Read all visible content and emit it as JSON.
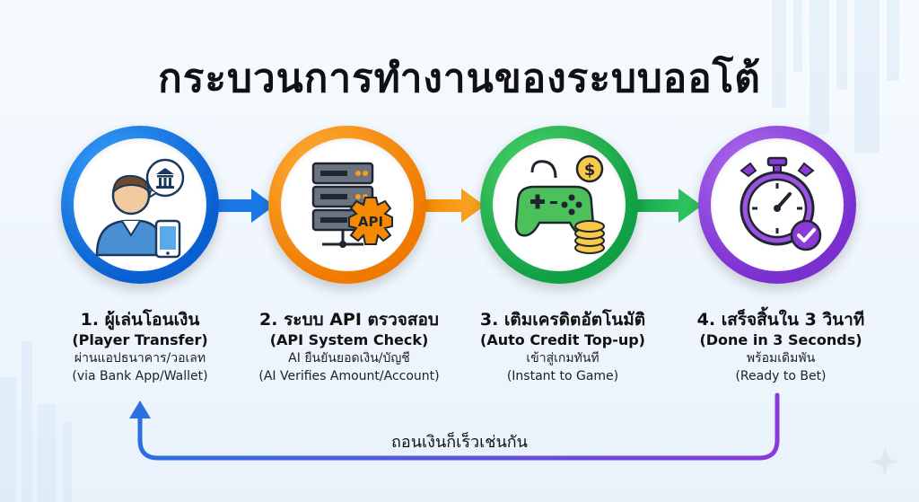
{
  "title": "กระบวนการทำงานของระบบออโต้",
  "steps": [
    {
      "title": "1. ผู้เล่นโอนเงิน",
      "subtitle": "(Player Transfer)",
      "desc": "ผ่านแอปธนาคาร/วอเลท",
      "desc_en": "(via Bank App/Wallet)",
      "color": "#0a6fe0"
    },
    {
      "title": "2. ระบบ API ตรวจสอบ",
      "subtitle": "(API System Check)",
      "desc": "AI ยืนยันยอดเงิน/บัญชี",
      "desc_en": "(AI Verifies Amount/Account)",
      "color": "#f58a00"
    },
    {
      "title": "3. เติมเครดิตอัตโนมัติ",
      "subtitle": "(Auto Credit Top-up)",
      "desc": "เข้าสู่เกมทันที",
      "desc_en": "(Instant to Game)",
      "color": "#16a84a"
    },
    {
      "title": "4. เสร็จสิ้นใน 3 วินาที",
      "subtitle": "(Done in 3 Seconds)",
      "desc": "พร้อมเดิมพัน",
      "desc_en": "(Ready to Bet)",
      "color": "#8a3ad8"
    }
  ],
  "icons": {
    "step1": "user-bank-phone-icon",
    "step2": "server-api-icon",
    "step3": "gamepad-coin-icon",
    "step4": "stopwatch-check-icon"
  },
  "api_badge": "API",
  "dollar_sign": "$",
  "loop_label": "ถอนเงินก็เร็วเช่นกัน"
}
